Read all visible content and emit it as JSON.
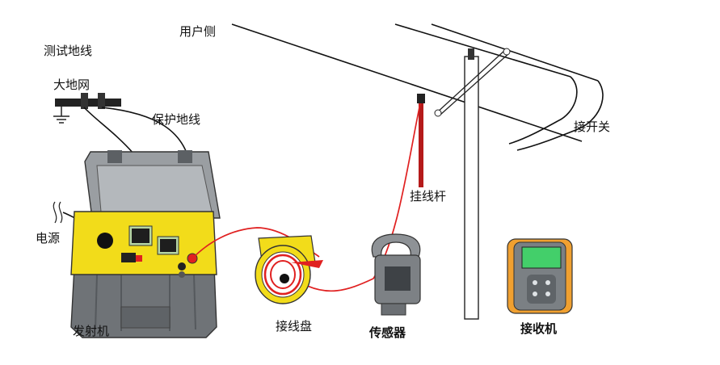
{
  "labels": {
    "test_ground": "测试地线",
    "earth_grid": "大地网",
    "protect_ground": "保护地线",
    "user_side": "用户侧",
    "switch_side": "接开关",
    "hanging_rod": "挂线杆",
    "power": "电源",
    "transmitter": "发射机",
    "cable_reel": "接线盘",
    "sensor": "传感器",
    "receiver": "接收机"
  },
  "colors": {
    "accent_yellow": "#f2dc1a",
    "case_gray": "#6f7377",
    "cable_red": "#e02020",
    "line_black": "#111111",
    "receiver_orange": "#f0a030",
    "screen_green": "#43cf6a"
  },
  "icons": {
    "ground": "ground-symbol-icon",
    "transmitter": "transmitter-case-icon",
    "reel": "cable-reel-icon",
    "sensor": "clamp-sensor-icon",
    "receiver": "handheld-receiver-icon"
  }
}
